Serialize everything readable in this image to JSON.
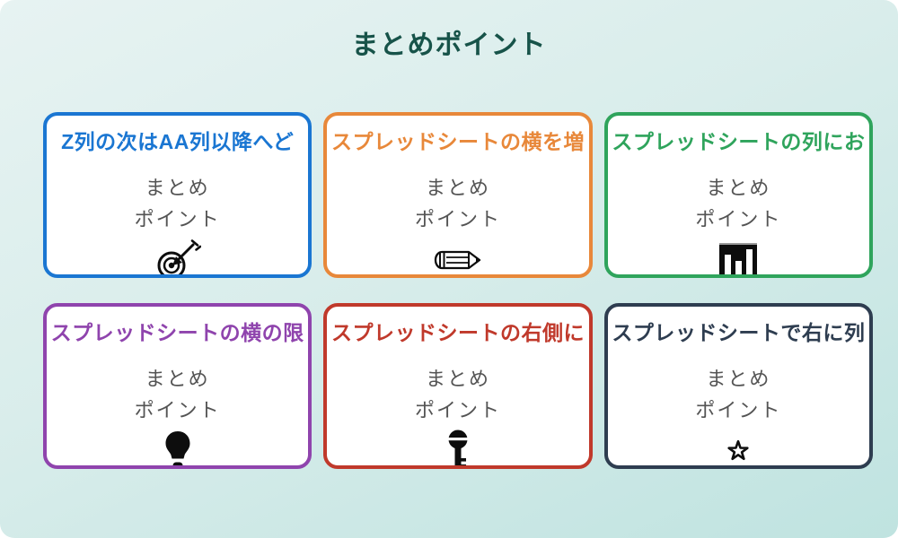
{
  "page": {
    "title": "まとめポイント",
    "title_color": "#175349",
    "background_gradient_top": "#e7f3f2",
    "background_gradient_bottom": "#bfe3e0",
    "card_background": "#ffffff",
    "body_text_color": "#545454",
    "icon_color": "#0d0d0d"
  },
  "cards": [
    {
      "title": "Z列の次はAA列以降へど",
      "accent_color": "#1a76d2",
      "body_line1": "まとめ",
      "body_line2": "ポイント",
      "icon": "dart-target-icon"
    },
    {
      "title": "スプレッドシートの横を増",
      "accent_color": "#e8883a",
      "body_line1": "まとめ",
      "body_line2": "ポイント",
      "icon": "pencil-icon"
    },
    {
      "title": "スプレッドシートの列にお",
      "accent_color": "#2fa45c",
      "body_line1": "まとめ",
      "body_line2": "ポイント",
      "icon": "bar-chart-icon"
    },
    {
      "title": "スプレッドシートの横の限",
      "accent_color": "#8f44ad",
      "body_line1": "まとめ",
      "body_line2": "ポイント",
      "icon": "lightbulb-icon"
    },
    {
      "title": "スプレッドシートの右側に",
      "accent_color": "#c0392b",
      "body_line1": "まとめ",
      "body_line2": "ポイント",
      "icon": "key-icon"
    },
    {
      "title": "スプレッドシートで右に列",
      "accent_color": "#2e3d50",
      "body_line1": "まとめ",
      "body_line2": "ポイント",
      "icon": "star-icon"
    }
  ]
}
